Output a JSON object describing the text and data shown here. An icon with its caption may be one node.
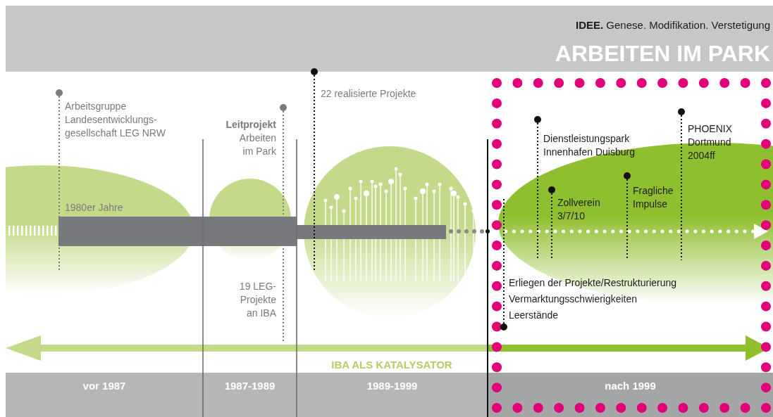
{
  "diagram": {
    "nodes": [
      {
        "text": [
          "vor 1987"
        ]
      },
      {
        "text": [
          "1987-1989"
        ]
      },
      {
        "text": [
          "1989-1999"
        ]
      },
      {
        "text": [
          "nach 1999"
        ]
      }
    ],
    "labels": [
      "**IDEE.** Genese. Modifikation. Verstetigung",
      "ARBEITEN IM PARK",
      "Arbeitsgruppe Landesentwicklungs- gesellschaft LEG NRW",
      "22 realisierte Projekte",
      "Leitprojekt",
      "Arbeiten im Park",
      "PHOENIX Dortmund 2004ff",
      "Dienstleistungspark Innenhafen Duisburg",
      "Fragliche Impulse",
      "Zollverein 3/7/10",
      "1980er Jahre",
      "19 LEG- Projekte an IBA",
      "Erliegen der Projekte/Restrukturierung",
      "Vermarktungsschwierigkeiten",
      "Leerstände",
      "IBA ALS KATALYSATOR"
    ]
  }
}
